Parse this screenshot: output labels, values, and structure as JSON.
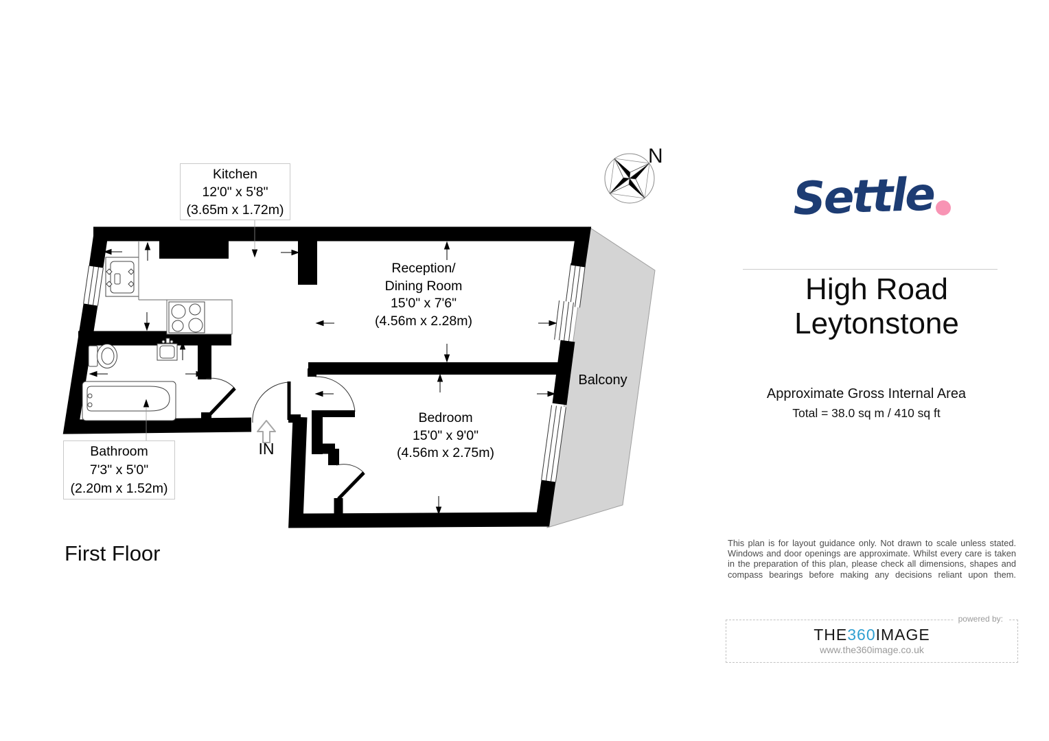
{
  "plan": {
    "floor_label": "First Floor",
    "entrance_label": "IN",
    "compass_label": "N",
    "rooms": {
      "kitchen": {
        "name": "Kitchen",
        "size_imperial": "12'0\" x 5'8\"",
        "size_metric": "(3.65m x 1.72m)"
      },
      "reception": {
        "name_line1": "Reception/",
        "name_line2": "Dining Room",
        "size_imperial": "15'0\" x 7'6\"",
        "size_metric": "(4.56m x 2.28m)"
      },
      "bedroom": {
        "name": "Bedroom",
        "size_imperial": "15'0\" x 9'0\"",
        "size_metric": "(4.56m x 2.75m)"
      },
      "bathroom": {
        "name": "Bathroom",
        "size_imperial": "7'3\" x 5'0\"",
        "size_metric": "(2.20m x 1.52m)"
      },
      "balcony": {
        "name": "Balcony"
      }
    }
  },
  "sidebar": {
    "logo_text": "Settle",
    "logo_color": "#1d3c73",
    "logo_dot_color": "#f894b4",
    "address_line1": "High Road",
    "address_line2": "Leytonstone",
    "area_heading": "Approximate Gross Internal Area",
    "area_total": "Total = 38.0 sq m / 410 sq ft",
    "disclaimer": "This plan is for layout guidance only. Not drawn to scale unless stated. Windows and door openings are approximate. Whilst every care is taken in the preparation of this plan, please check all dimensions, shapes and compass bearings before making any decisions reliant upon them.",
    "credit": {
      "powered_by_label": "powered by:",
      "brand_part1": "THE",
      "brand_part2": "360",
      "brand_part3": "IMAGE",
      "brand_accent_color": "#2f9fd1",
      "website": "www.the360image.co.uk"
    }
  }
}
